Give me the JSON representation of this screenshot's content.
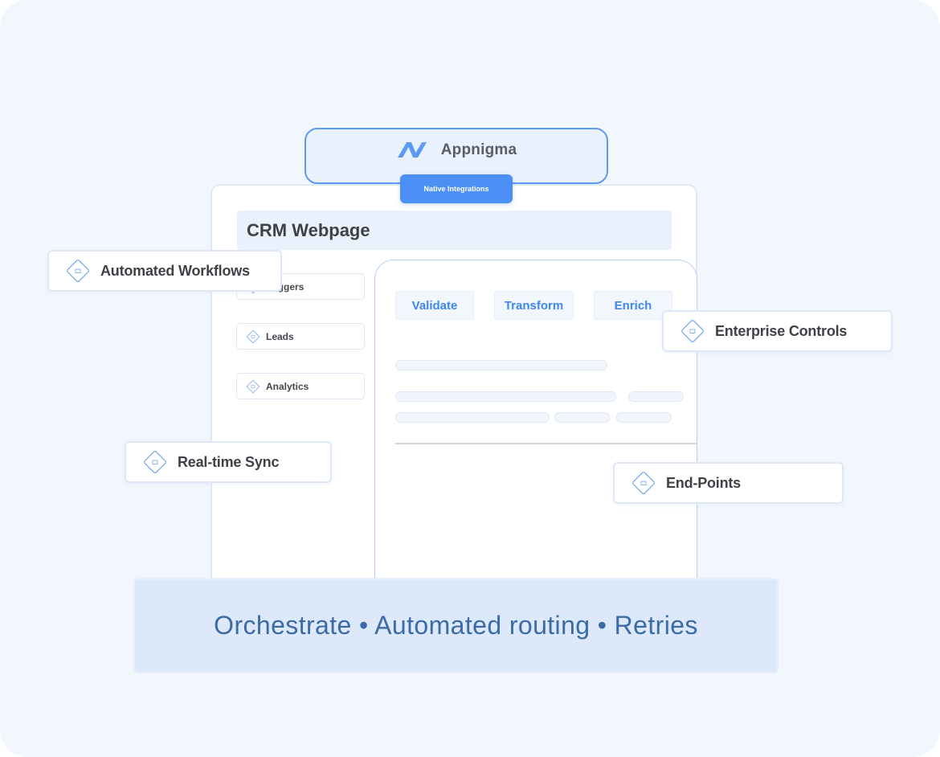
{
  "brand": {
    "name": "Appnigma",
    "badge_label": "Native Integrations",
    "accent_color": "#4c90f5"
  },
  "crm": {
    "title": "CRM Webpage",
    "sidebar_items": [
      {
        "label": "Triggers",
        "icon": "diamond-icon"
      },
      {
        "label": "Leads",
        "icon": "diamond-icon"
      },
      {
        "label": "Analytics",
        "icon": "diamond-icon"
      }
    ],
    "tabs": [
      "Validate",
      "Transform",
      "Enrich"
    ]
  },
  "features": [
    {
      "label": "Automated Workflows",
      "icon": "diamond-icon"
    },
    {
      "label": "Enterprise Controls",
      "icon": "diamond-icon"
    },
    {
      "label": "Real-time Sync",
      "icon": "diamond-icon"
    },
    {
      "label": "End-Points",
      "icon": "diamond-icon"
    }
  ],
  "tagline": "Orchestrate • Automated routing • Retries"
}
